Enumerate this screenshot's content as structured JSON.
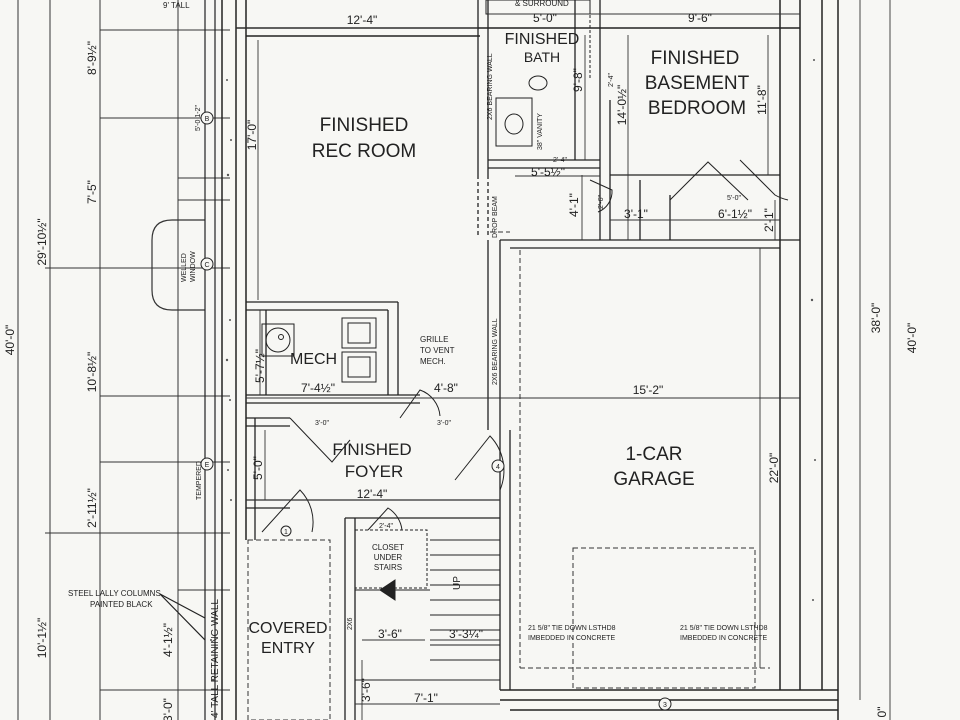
{
  "rooms": {
    "rec_room": [
      "FINISHED",
      "REC ROOM"
    ],
    "bath": [
      "FINISHED",
      "BATH"
    ],
    "bedroom": [
      "FINISHED",
      "BASEMENT",
      "BEDROOM"
    ],
    "mech": "MECH",
    "foyer": [
      "FINISHED",
      "FOYER"
    ],
    "garage": [
      "1-CAR",
      "GARAGE"
    ],
    "entry": [
      "COVERED",
      "ENTRY"
    ],
    "closet": [
      "CLOSET",
      "UNDER",
      "STAIRS"
    ]
  },
  "notes": {
    "tall": "9' TALL",
    "surround": "& SURROUND",
    "bearing_wall_a": "2X6 BEARING WALL",
    "bearing_wall_b": "2X6 BEARING WALL",
    "drop_beam": "DROP BEAM",
    "vanity": "38\" VANITY",
    "grille": [
      "GRILLE",
      "TO VENT",
      "MECH."
    ],
    "welled_window": [
      "WELLED",
      "WINDOW"
    ],
    "tempered": "TEMPERED",
    "lally": [
      "STEEL LALLY COLUMNS",
      "PAINTED BLACK"
    ],
    "retaining_wall": "4' TALL RETAINING WALL",
    "tie_down_left": [
      "21 5/8\" TIE DOWN LSTHD8",
      "IMBEDDED IN CONCRETE"
    ],
    "tie_down_right": [
      "21 5/8\" TIE DOWN LSTHD8",
      "IMBEDDED IN CONCRETE"
    ],
    "up": "UP",
    "stair_2x6": "2X6"
  },
  "markers": {
    "b": "B",
    "c": "C",
    "e": "E",
    "m1": "1",
    "m3": "3",
    "m4": "4"
  },
  "dims": {
    "d12_4_top": "12'-4\"",
    "d5_0_bath": "5'-0\"",
    "d9_6": "9'-6\"",
    "d8_9h": "8'-9½\"",
    "d5_0_1_2": "5'-0 1-2\"",
    "d17_0": "17'-0\"",
    "d7_5": "7'-5\"",
    "d29_10h": "29'-10½\"",
    "d40_0_left": "40'-0\"",
    "d10_8h": "10'-8½\"",
    "d2_11h": "2'-11½\"",
    "d10_1h": "10'-1½\"",
    "d4_1h": "4'-1½\"",
    "d3_0_left": "3'-0\"",
    "d9_8": "9'-8\"",
    "d2_4_a": "2'-4\"",
    "d14_0h": "14'-0½\"",
    "d11_8": "11'-8\"",
    "d2_4_b": "2'-4\"",
    "d5_5h": "5'-5½\"",
    "d4_1": "4'-1\"",
    "d2_6": "2'-6\"",
    "d3_1": "3'-1\"",
    "d5_0_sm": "5'-0\"",
    "d6_1h": "6'-1½\"",
    "d2_1": "2'-1\"",
    "d5_7h": "5'-7½\"",
    "d7_4h": "7'-4½\"",
    "d4_8": "4'-8\"",
    "d15_2": "15'-2\"",
    "d3_0_a": "3'-0\"",
    "d3_0_b": "3'-0\"",
    "d5_0_foyer": "5'-0\"",
    "d12_4_mid": "12'-4\"",
    "d2_4_c": "2'-4\"",
    "d22_0": "22'-0\"",
    "d38_0": "38'-0\"",
    "d40_0_right": "40'-0\"",
    "d3_6_a": "3'-6\"",
    "d3_3q": "3'-3¼\"",
    "d3_6_b": "3'-6\"",
    "d7_1": "7'-1\"",
    "d0_bot": "0\""
  }
}
